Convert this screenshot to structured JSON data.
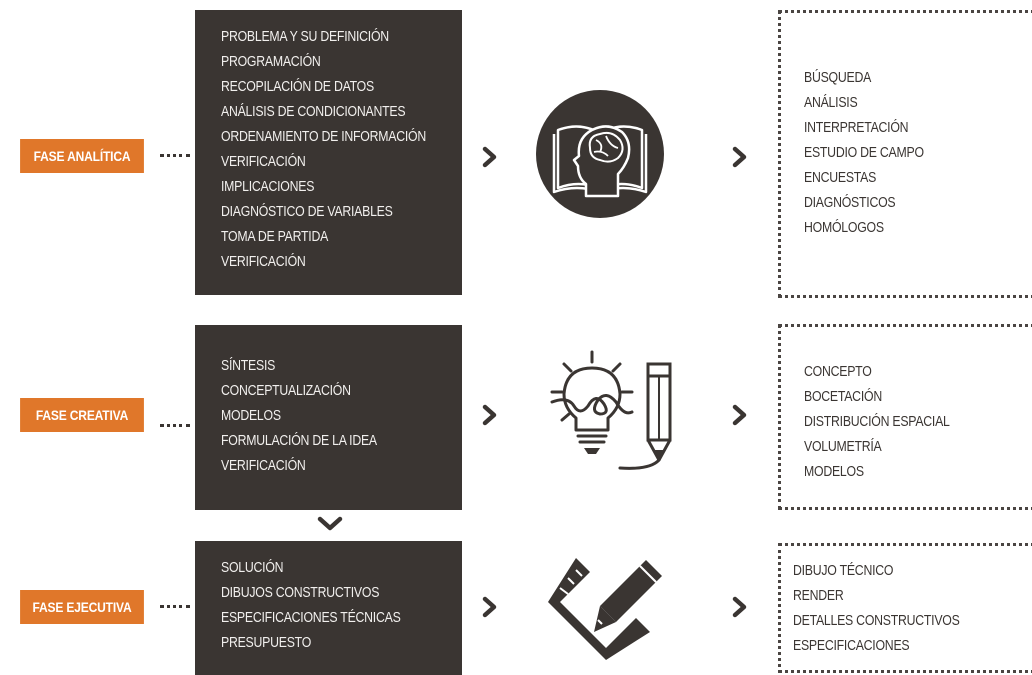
{
  "phases": [
    {
      "label": "FASE ANALÍTICA",
      "icon": "head-book-icon",
      "process": [
        "PROBLEMA Y SU DEFINICIÓN",
        "PROGRAMACIÓN",
        "RECOPILACIÓN DE DATOS",
        "ANÁLISIS DE CONDICIONANTES",
        "ORDENAMIENTO DE INFORMACIÓN",
        "VERIFICACIÓN",
        "IMPLICACIONES",
        "DIAGNÓSTICO DE VARIABLES",
        "TOMA DE PARTIDA",
        "VERIFICACIÓN"
      ],
      "outputs": [
        "BÚSQUEDA",
        "ANÁLISIS",
        "INTERPRETACIÓN",
        "ESTUDIO DE CAMPO",
        "ENCUESTAS",
        "DIAGNÓSTICOS",
        "HOMÓLOGOS"
      ]
    },
    {
      "label": "FASE CREATIVA",
      "icon": "lightbulb-pencil-icon",
      "process": [
        "SÍNTESIS",
        "CONCEPTUALIZACIÓN",
        "MODELOS",
        "FORMULACIÓN DE LA IDEA",
        "VERIFICACIÓN"
      ],
      "outputs": [
        "CONCEPTO",
        "BOCETACIÓN",
        "DISTRIBUCIÓN ESPACIAL",
        "VOLUMETRÍA",
        "MODELOS"
      ]
    },
    {
      "label": "FASE EJECUTIVA",
      "icon": "ruler-pencil-icon",
      "process": [
        "SOLUCIÓN",
        "DIBUJOS CONSTRUCTIVOS",
        "ESPECIFICACIONES TÉCNICAS",
        "PRESUPUESTO"
      ],
      "outputs": [
        "DIBUJO TÉCNICO",
        "RENDER",
        "DETALLES CONSTRUCTIVOS",
        "ESPECIFICACIONES"
      ]
    }
  ],
  "colors": {
    "accent": "#e0772a",
    "dark": "#3a3532",
    "text_light": "#f2f0ee"
  }
}
